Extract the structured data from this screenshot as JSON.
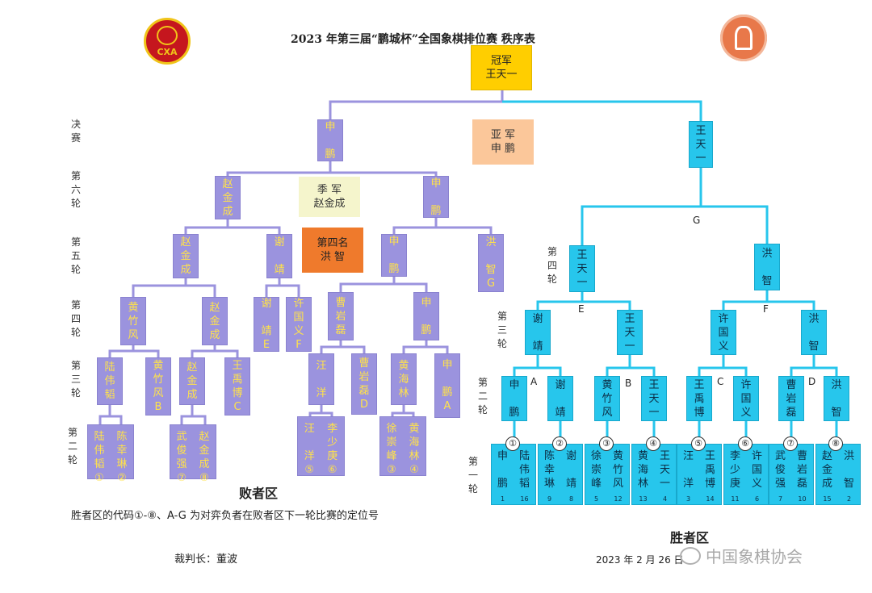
{
  "title": "2023 年第三届“鹏城杯”全国象棋排位赛   秩序表",
  "logo_left_text": "CXA",
  "champion": "冠军\n王天一",
  "runner_up": "亚   军\n申   鹏",
  "third": "季   军\n赵金成",
  "fourth": "第四名\n洪   智",
  "round_labels": {
    "final": "决\n赛",
    "r6": "第\n六\n轮",
    "r5": "第\n五\n轮",
    "r4": "第\n四\n轮",
    "r3": "第\n三\n轮",
    "r2": "第\n二\n轮",
    "w_r4": "第\n四\n轮",
    "w_r3": "第\n三\n轮",
    "w_r2": "第\n二\n轮",
    "w_r1": "第\n一\n轮"
  },
  "loser": {
    "final": "申\n\n鹏",
    "r6": [
      "赵\n金\n成",
      "申\n\n鹏"
    ],
    "r5": [
      "赵\n金\n成",
      "谢\n\n靖",
      "申\n\n鹏",
      "洪\n\n智\nG"
    ],
    "r4": [
      "黄\n竹\n风",
      "赵\n金\n成",
      "谢\n\n靖\nE",
      "许\n国\n义\nF",
      "曹\n岩\n磊",
      "申\n\n鹏"
    ],
    "r3": [
      "陆\n伟\n韬",
      "黄\n竹\n风\nB",
      "赵\n金\n成",
      "王\n禹\n博\nC",
      "汪\n\n洋",
      "曹\n岩\n磊\nD",
      "黄\n海\n林",
      "申\n\n鹏\nA"
    ],
    "r2": [
      {
        "a": "陆\n伟\n韬\n①",
        "b": "陈\n幸\n琳\n②"
      },
      {
        "a": "武\n俊\n强\n⑦",
        "b": "赵\n金\n成\n⑧"
      },
      {
        "a": "汪\n\n洋\n⑤",
        "b": "李\n少\n庚\n⑥"
      },
      {
        "a": "徐\n崇\n峰\n③",
        "b": "黄\n海\n林\n④"
      }
    ]
  },
  "winner": {
    "final": "王\n天\n一",
    "r4": [
      "王\n天\n一",
      "洪\n\n智"
    ],
    "r3": [
      "谢\n\n靖",
      "王\n天\n一",
      "许\n国\n义",
      "洪\n\n智"
    ],
    "r2": [
      "申\n\n鹏",
      "谢\n\n靖",
      "黄\n竹\n风",
      "王\n天\n一",
      "王\n禹\n博",
      "许\n国\n义",
      "曹\n岩\n磊",
      "洪\n\n智"
    ],
    "r1": [
      {
        "a": "申\n\n鹏",
        "an": "1",
        "b": "陆\n伟\n韬",
        "bn": "16"
      },
      {
        "a": "陈\n幸\n琳",
        "an": "9",
        "b": "谢\n\n靖",
        "bn": "8"
      },
      {
        "a": "徐\n崇\n峰",
        "an": "5",
        "b": "黄\n竹\n风",
        "bn": "12"
      },
      {
        "a": "黄\n海\n林",
        "an": "13",
        "b": "王\n天\n一",
        "bn": "4"
      },
      {
        "a": "汪\n\n洋",
        "an": "3",
        "b": "王\n禹\n博",
        "bn": "14"
      },
      {
        "a": "李\n少\n庚",
        "an": "11",
        "b": "许\n国\n义",
        "bn": "6"
      },
      {
        "a": "武\n俊\n强",
        "an": "7",
        "b": "曹\n岩\n磊",
        "bn": "10"
      },
      {
        "a": "赵\n金\n成",
        "an": "15",
        "b": "洪\n\n智",
        "bn": "2"
      }
    ],
    "match_codes": [
      "①",
      "②",
      "③",
      "④",
      "⑤",
      "⑥",
      "⑦",
      "⑧"
    ],
    "letters": {
      "A": "A",
      "B": "B",
      "C": "C",
      "D": "D",
      "E": "E",
      "F": "F",
      "G": "G"
    }
  },
  "loser_zone_label": "败者区",
  "winner_zone_label": "胜者区",
  "note": "胜者区的代码①-⑧、A-G 为对弈负者在败者区下一轮比赛的定位号",
  "referee": "裁判长：董波",
  "date": "2023 年 2 月 26 日",
  "watermark": "中国象棋协会",
  "colors": {
    "loser_box": "#9b93de",
    "loser_text": "#ffe24a",
    "winner_box": "#27c6ec",
    "gold": "#ffce00",
    "wire_loser": "#9b93de",
    "wire_winner": "#27c6ec"
  }
}
